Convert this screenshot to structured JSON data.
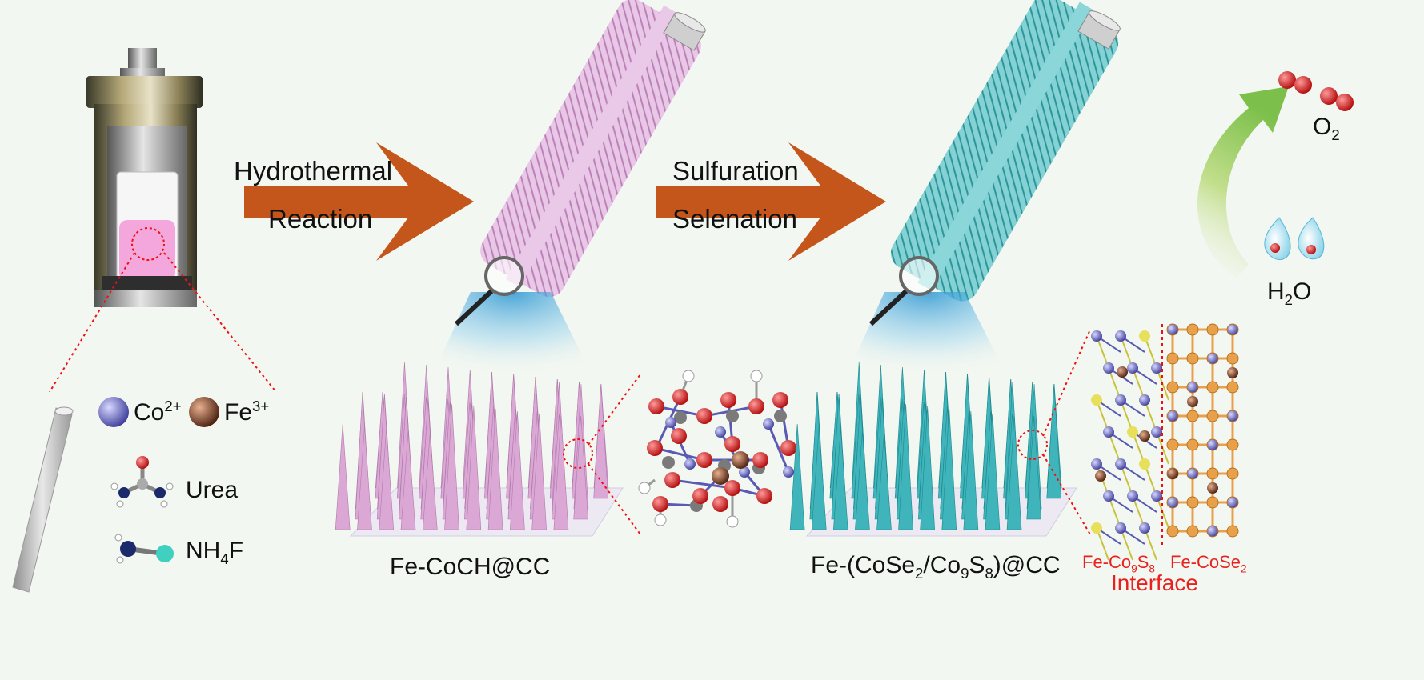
{
  "step1": {
    "line1": "Hydrothermal",
    "line2": "Reaction"
  },
  "step2": {
    "line1": "Sulfuration",
    "line2": "Selenation"
  },
  "legend": {
    "co_base": "Co",
    "co_charge": "2+",
    "fe_base": "Fe",
    "fe_charge": "3+",
    "urea": "Urea",
    "nh4f_a": "NH",
    "nh4f_sub": "4",
    "nh4f_b": "F"
  },
  "product1": "Fe-CoCH@CC",
  "product2": {
    "a": "Fe-(CoSe",
    "s1": "2",
    "b": "/Co",
    "s2": "9",
    "c": "S",
    "s3": "8",
    "d": ")@CC"
  },
  "o2": {
    "base": "O",
    "sub": "2"
  },
  "h2o": {
    "a": "H",
    "sub": "2",
    "b": "O"
  },
  "interface": {
    "left_a": "Fe-Co",
    "left_s1": "9",
    "left_b": "S",
    "left_s2": "8",
    "right_a": "Fe-CoSe",
    "right_s": "2",
    "label": "Interface"
  },
  "colors": {
    "arrow": "#c4561b",
    "pink_array": "#dba8d6",
    "teal_array": "#3fb5bb",
    "co_atom": "#5a5ab4",
    "fe_atom": "#7a3a22",
    "o_atom": "#e01818",
    "se_atom": "#e8a04a",
    "s_atom": "#e8e05a",
    "interface_text": "#e8211f"
  }
}
